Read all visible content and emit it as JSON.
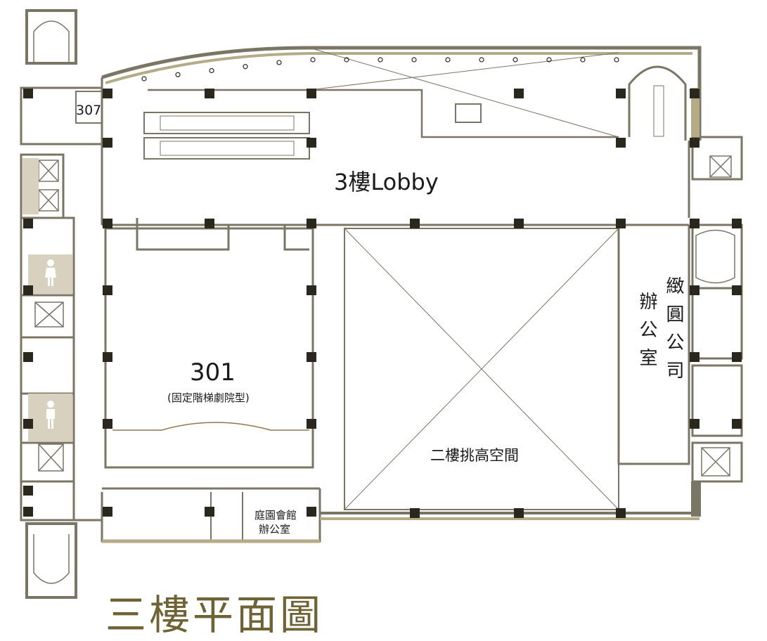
{
  "plan": {
    "title": "三樓平面圖",
    "rooms": {
      "room_307": "307",
      "lobby": "3樓Lobby",
      "room_301": "301",
      "room_301_type": "(固定階梯劇院型)",
      "company_name": "緻圓公司",
      "company_office": "辦公室",
      "atrium": "二樓挑高空間",
      "garden_office_line1": "庭園會館",
      "garden_office_line2": "辦公室"
    },
    "colors": {
      "wall": "#7b7566",
      "column": "#2a281e",
      "restroom": "#d8d1c0",
      "accent_wall": "#b5ab86",
      "title": "#6f6235"
    }
  }
}
